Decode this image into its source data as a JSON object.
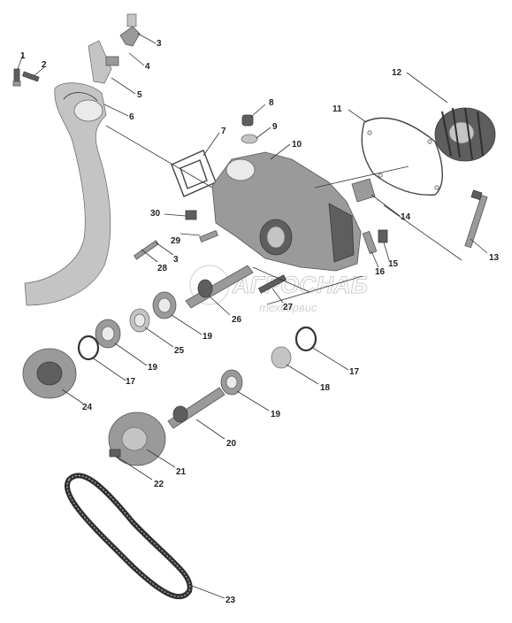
{
  "callouts": [
    {
      "id": "1",
      "text": "1"
    },
    {
      "id": "2",
      "text": "2"
    },
    {
      "id": "3a",
      "text": "3"
    },
    {
      "id": "4",
      "text": "4"
    },
    {
      "id": "5",
      "text": "5"
    },
    {
      "id": "6",
      "text": "6"
    },
    {
      "id": "7",
      "text": "7"
    },
    {
      "id": "8",
      "text": "8"
    },
    {
      "id": "9",
      "text": "9"
    },
    {
      "id": "10",
      "text": "10"
    },
    {
      "id": "11",
      "text": "11"
    },
    {
      "id": "12",
      "text": "12"
    },
    {
      "id": "13",
      "text": "13"
    },
    {
      "id": "14",
      "text": "14"
    },
    {
      "id": "15",
      "text": "15"
    },
    {
      "id": "16",
      "text": "16"
    },
    {
      "id": "17a",
      "text": "17"
    },
    {
      "id": "17b",
      "text": "17"
    },
    {
      "id": "18",
      "text": "18"
    },
    {
      "id": "19a",
      "text": "19"
    },
    {
      "id": "19b",
      "text": "19"
    },
    {
      "id": "19c",
      "text": "19"
    },
    {
      "id": "20",
      "text": "20"
    },
    {
      "id": "21",
      "text": "21"
    },
    {
      "id": "22",
      "text": "22"
    },
    {
      "id": "23",
      "text": "23"
    },
    {
      "id": "24",
      "text": "24"
    },
    {
      "id": "25",
      "text": "25"
    },
    {
      "id": "26",
      "text": "26"
    },
    {
      "id": "27",
      "text": "27"
    },
    {
      "id": "28",
      "text": "28"
    },
    {
      "id": "3b",
      "text": "3"
    },
    {
      "id": "29",
      "text": "29"
    },
    {
      "id": "30",
      "text": "30"
    }
  ],
  "watermark": {
    "brand": "АГРОСНАБ",
    "subtitle": "техсервис"
  }
}
